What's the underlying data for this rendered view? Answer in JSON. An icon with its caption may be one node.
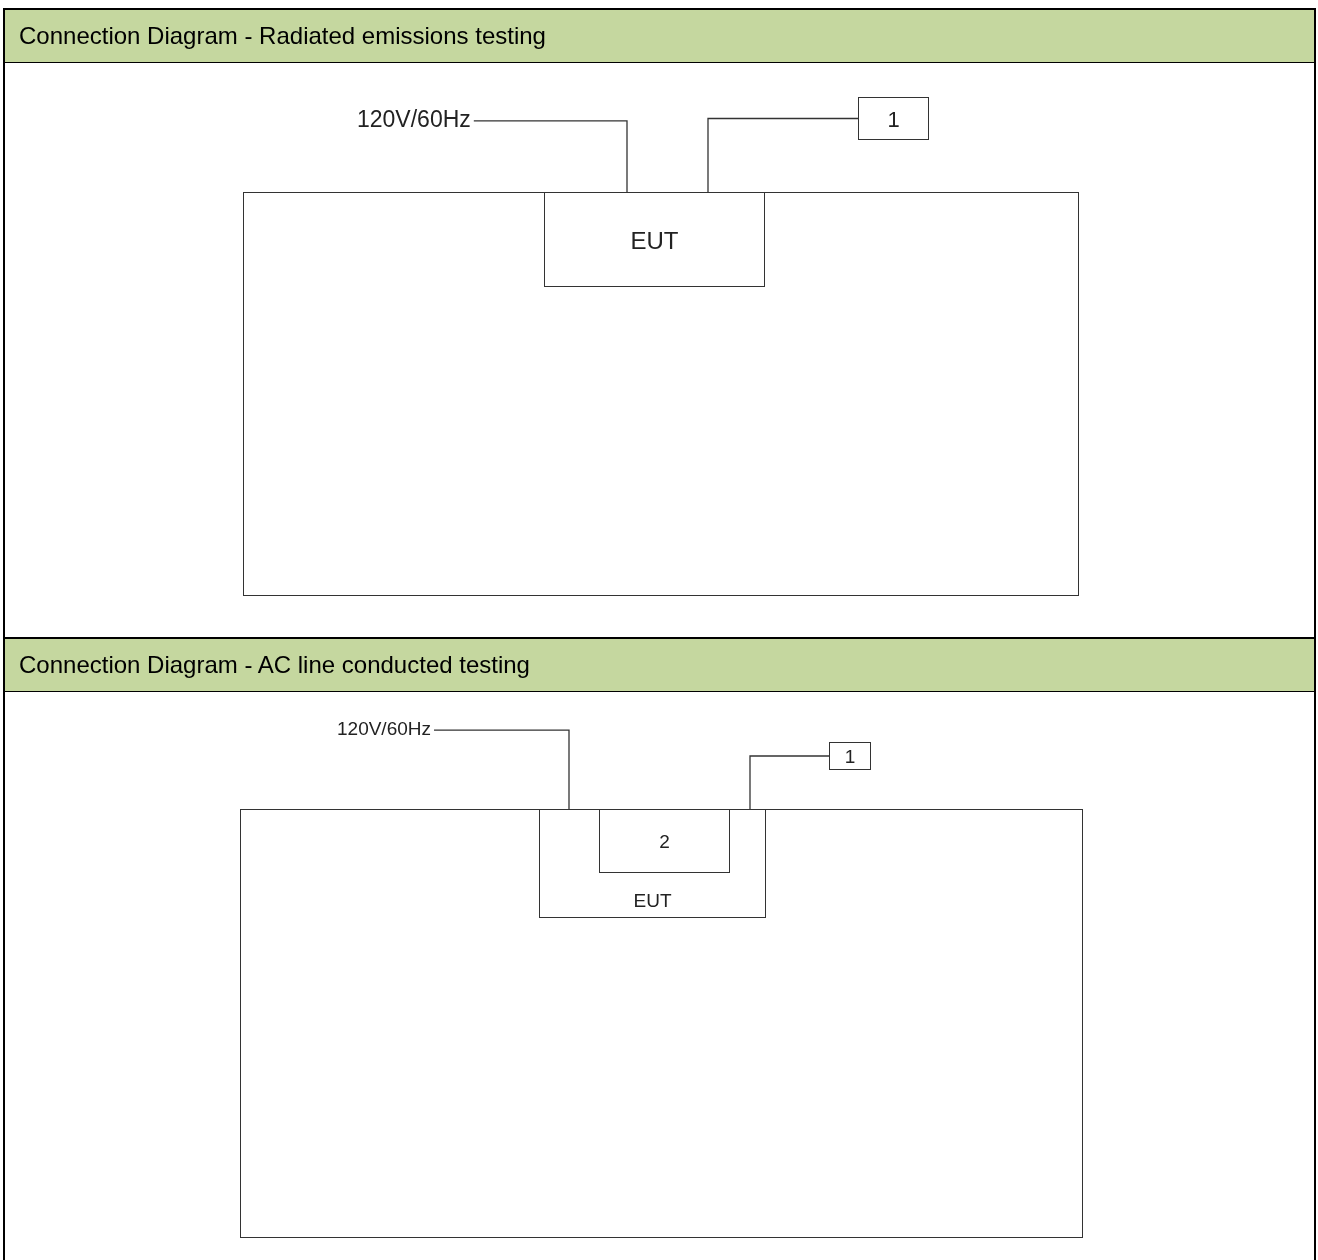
{
  "diagram": {
    "nodes": [
      {
        "text": [
          "Connection Diagram - Radiated emissions testing"
        ]
      },
      {
        "text": [],
        "shape": "box",
        "in": 0
      },
      {
        "text": [
          "120V/60Hz"
        ],
        "in": 0
      },
      {
        "text": [
          "EUT"
        ],
        "in": 1
      },
      {
        "text": [
          "1"
        ],
        "in": 0
      },
      {
        "text": [
          "Connection Diagram - AC line conducted testing"
        ]
      },
      {
        "text": [],
        "shape": "box",
        "in": 5
      },
      {
        "text": [
          "120V/60Hz"
        ],
        "in": 5
      },
      {
        "text": [
          "EUT"
        ],
        "in": 6
      },
      {
        "text": [
          "2"
        ],
        "in": 8
      },
      {
        "text": [
          "1"
        ],
        "in": 5
      }
    ],
    "edges": [
      {
        "from": 2,
        "to": 3,
        "arrow": "none"
      },
      {
        "from": 3,
        "to": 4,
        "arrow": "none"
      },
      {
        "from": 7,
        "to": 8,
        "arrow": "none"
      },
      {
        "from": 8,
        "to": 10,
        "arrow": "none"
      }
    ]
  }
}
